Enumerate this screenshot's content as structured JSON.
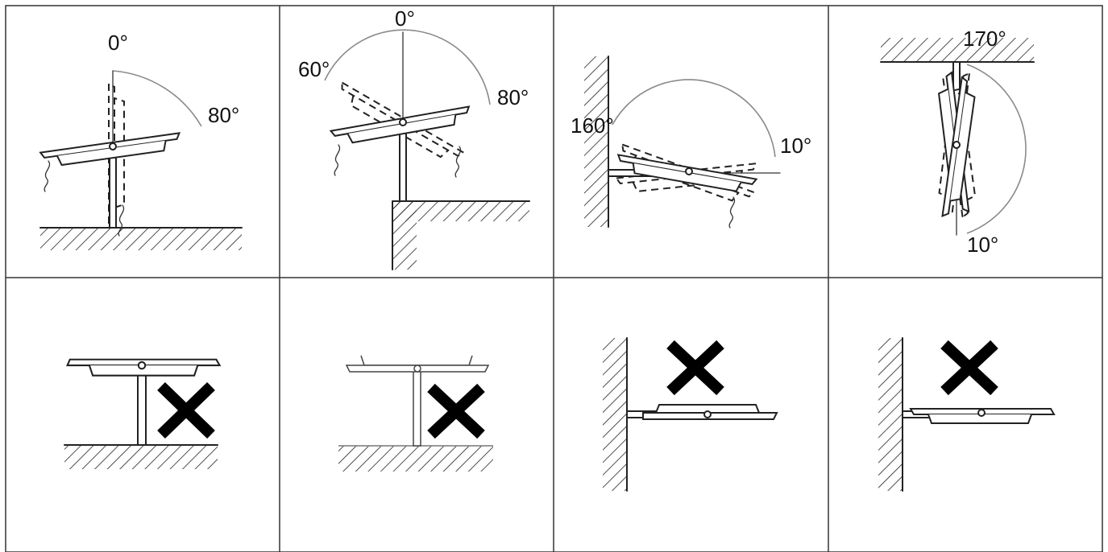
{
  "angle_labels": {
    "p1_top": "0°",
    "p1_right": "80°",
    "p2_top": "0°",
    "p2_left": "60°",
    "p2_right": "80°",
    "p3_left": "160°",
    "p3_right": "10°",
    "p4_top": "170°",
    "p4_bottom": "10°"
  },
  "icons": [
    "cross-icon",
    "cross-icon",
    "cross-icon",
    "cross-icon"
  ]
}
